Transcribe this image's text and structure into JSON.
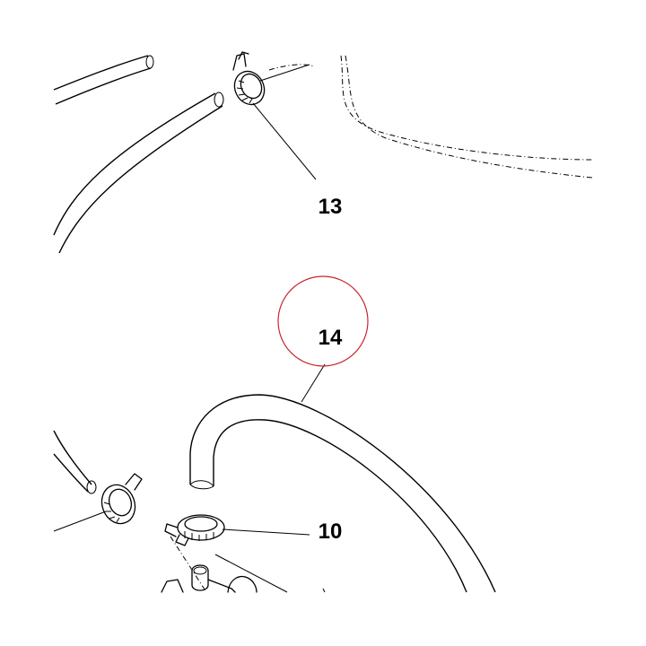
{
  "callouts": [
    {
      "id": "13",
      "label": "13"
    },
    {
      "id": "14",
      "label": "14"
    },
    {
      "id": "10",
      "label": "10"
    }
  ],
  "highlight": {
    "target": "14",
    "color": "#c9252c"
  },
  "line_color": "#000000",
  "background": "#ffffff"
}
